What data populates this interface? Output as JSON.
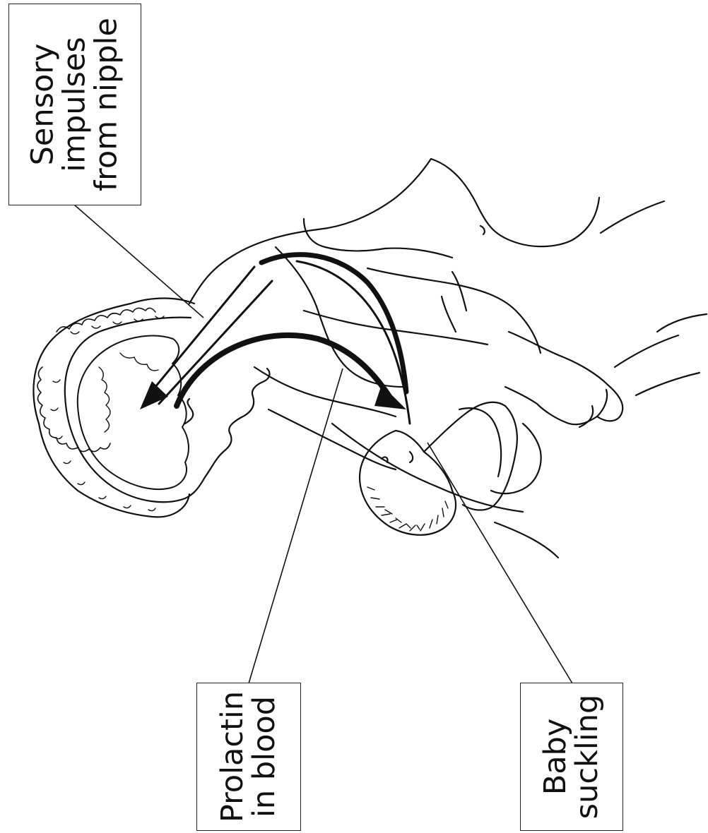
{
  "labels": {
    "sensory": {
      "line1": "Sensory",
      "line2": "impulses",
      "line3": "from nipple"
    },
    "prolactin": {
      "line1": "Prolactin",
      "line2": "in blood"
    },
    "suckling": {
      "line1": "Baby",
      "line2": "suckling"
    }
  },
  "colors": {
    "ink": "#111111",
    "background": "#ffffff",
    "box_border": "#222222"
  }
}
